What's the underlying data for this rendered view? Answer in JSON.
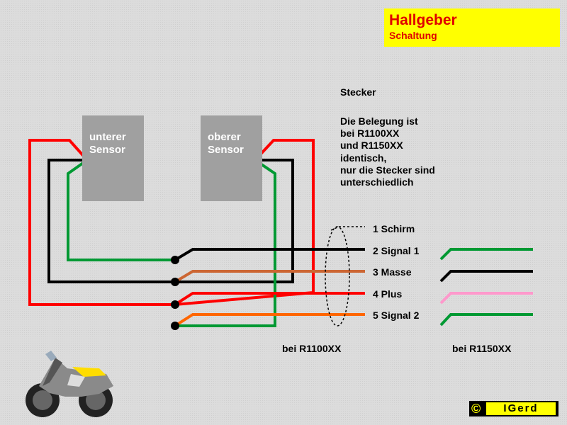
{
  "header": {
    "title": "Hallgeber",
    "subtitle": "Schaltung"
  },
  "sensors": {
    "lower": "unterer\nSensor",
    "upper": "oberer\nSensor"
  },
  "connector": {
    "heading": "Stecker",
    "note_lines": [
      "Die Belegung ist",
      "bei R1100XX",
      "und R1150XX",
      "identisch,",
      "nur die Stecker sind",
      "unterschiedlich"
    ],
    "pins": [
      "1 Schirm",
      "2 Signal 1",
      "3 Masse",
      "4 Plus",
      "5 Signal 2"
    ]
  },
  "labels": {
    "left_model": "bei R1100XX",
    "right_model": "bei R1150XX"
  },
  "copyright": {
    "symbol": "©",
    "name": "IGerd"
  },
  "colors": {
    "red": "#ff0000",
    "black": "#000000",
    "green": "#009933",
    "orange": "#ff6600",
    "brown": "#cc6633",
    "pink": "#ff99cc",
    "yellow": "#ffff00",
    "sensor_gray": "#a0a0a0"
  }
}
